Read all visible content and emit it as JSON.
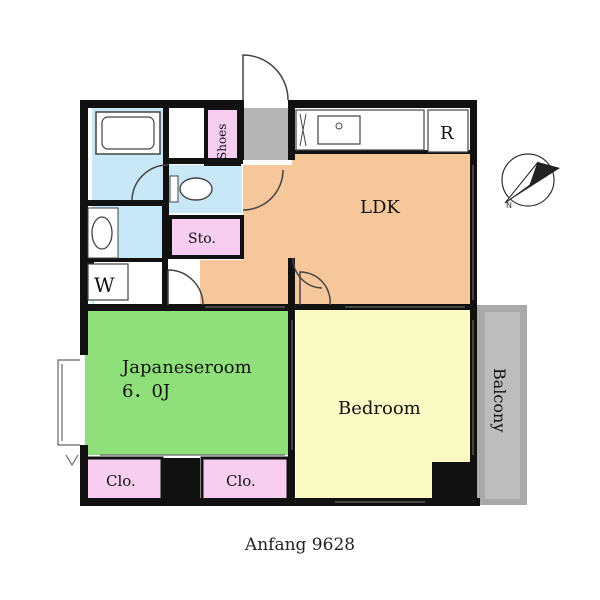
{
  "rooms": {
    "ldk": "LDK",
    "japanese_room": "Japaneseroom",
    "japanese_size": "6．0J",
    "bedroom": "Bedroom",
    "balcony": "Balcony",
    "storage": "Sto.",
    "shoes": "Shoes",
    "closet_left": "Clo.",
    "closet_right": "Clo.",
    "washer": "W",
    "refrigerator": "R"
  },
  "caption": "Anfang 9628",
  "colors": {
    "ldk": "#f5c79a",
    "japanese_room": "#8fe07a",
    "bedroom": "#fafbc4",
    "balcony": "#a9a9a9",
    "bath": "#c8e8f7",
    "closet": "#f7cdf0",
    "hall": "#f5c79a",
    "wall": "#111111"
  },
  "icons": [
    "compass-north-arrow-icon",
    "refrigerator-icon",
    "washer-icon",
    "bathtub-icon",
    "toilet-icon",
    "sink-icon",
    "kitchen-counter-icon",
    "door-swing-icon"
  ]
}
